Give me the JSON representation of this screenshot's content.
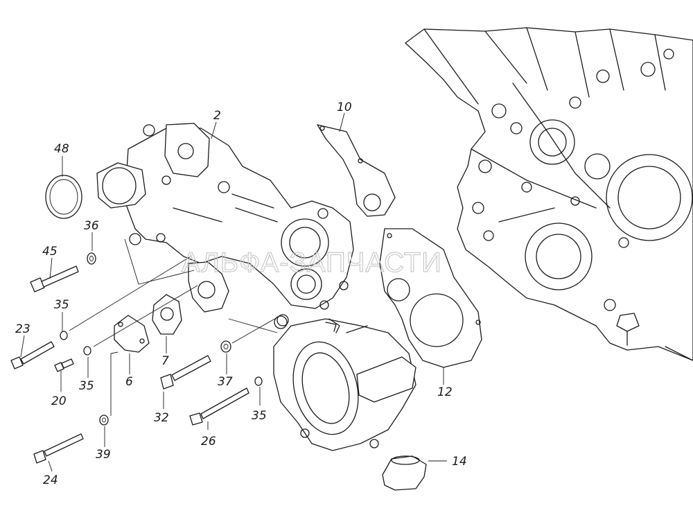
{
  "watermark": "АЛЬФА-ЗАПЧАСТИ",
  "callouts": {
    "p2": "2",
    "p6": "6",
    "p7": "7",
    "p10": "10",
    "p12": "12",
    "p14": "14",
    "p20": "20",
    "p23": "23",
    "p24": "24",
    "p26": "26",
    "p32": "32",
    "p35a": "35",
    "p35b": "35",
    "p35c": "35",
    "p36": "36",
    "p37": "37",
    "p39": "39",
    "p45": "45",
    "p48": "48"
  }
}
